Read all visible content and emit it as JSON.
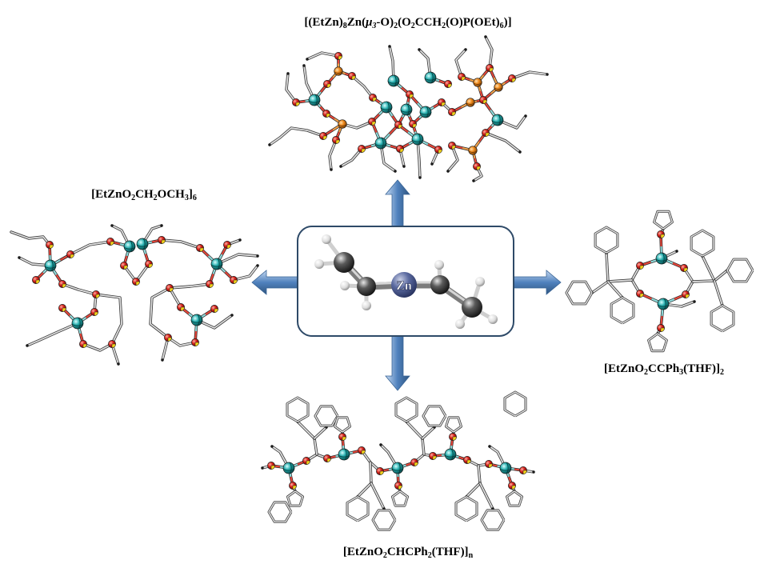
{
  "figure": {
    "center": {
      "zn_label": "Zn"
    },
    "compounds": {
      "top": {
        "formula": [
          {
            "t": "[(EtZn)"
          },
          {
            "t": "8",
            "sub": true
          },
          {
            "t": "Zn("
          },
          {
            "t": "μ",
            "it": true
          },
          {
            "t": "3",
            "sub": true,
            "it": true
          },
          {
            "t": "-O)"
          },
          {
            "t": "2",
            "sub": true
          },
          {
            "t": "(O"
          },
          {
            "t": "2",
            "sub": true
          },
          {
            "t": "CCH"
          },
          {
            "t": "2",
            "sub": true
          },
          {
            "t": "(O)P(OEt)"
          },
          {
            "t": "6",
            "sub": true
          },
          {
            "t": ")]"
          }
        ]
      },
      "left": {
        "formula": [
          {
            "t": "[EtZnO"
          },
          {
            "t": "2",
            "sub": true
          },
          {
            "t": "CH"
          },
          {
            "t": "2",
            "sub": true
          },
          {
            "t": "OCH"
          },
          {
            "t": "3",
            "sub": true
          },
          {
            "t": "]"
          },
          {
            "t": "6",
            "sub": true
          }
        ]
      },
      "right": {
        "formula": [
          {
            "t": "[EtZnO"
          },
          {
            "t": "2",
            "sub": true
          },
          {
            "t": "CCPh"
          },
          {
            "t": "3",
            "sub": true
          },
          {
            "t": "(THF)]"
          },
          {
            "t": "2",
            "sub": true
          }
        ]
      },
      "bottom": {
        "formula": [
          {
            "t": "[EtZnO"
          },
          {
            "t": "2",
            "sub": true
          },
          {
            "t": "CHCPh"
          },
          {
            "t": "2",
            "sub": true
          },
          {
            "t": "(THF)]"
          },
          {
            "t": "n",
            "sub": true
          }
        ]
      }
    }
  },
  "colors": {
    "arrow": "#4f81bd",
    "box_border": "#2e4a68",
    "zinc": "#1fa9a9",
    "oxygen": "#d9241c",
    "phosphorus": "#f08a1c"
  }
}
